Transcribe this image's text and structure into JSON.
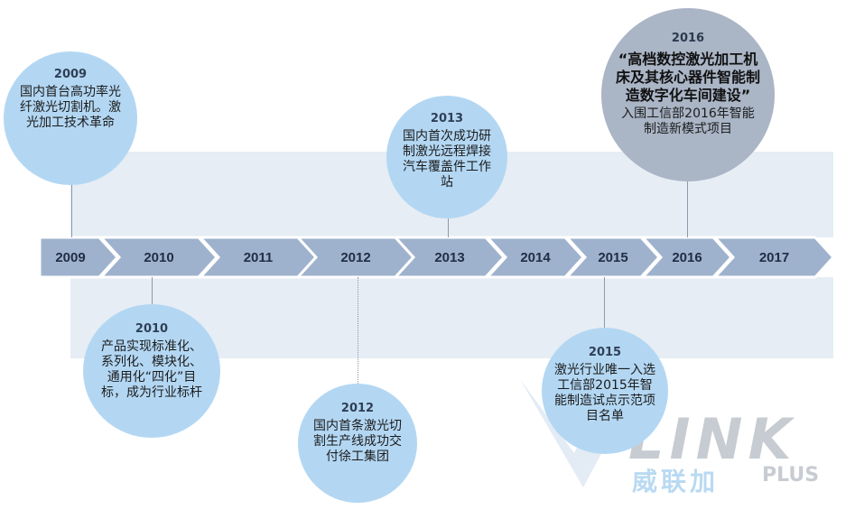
{
  "timeline_years": [
    "2009",
    "2010",
    "2011",
    "2012",
    "2013",
    "2014",
    "2015",
    "2016",
    "2017"
  ],
  "milestones": {
    "m2009": {
      "year": "2009",
      "text": "国内首台高功率光纤激光切割机。激光加工技术革命"
    },
    "m2010": {
      "year": "2010",
      "text": "产品实现标准化、系列化、模块化、通用化“四化”目标，成为行业标杆"
    },
    "m2012": {
      "year": "2012",
      "text": "国内首条激光切割生产线成功交付徐工集团"
    },
    "m2013": {
      "year": "2013",
      "text": "国内首次成功研制激光远程焊接汽车覆盖件工作站"
    },
    "m2015": {
      "year": "2015",
      "text": "激光行业唯一入选工信部2015年智能制造试点示范项目名单"
    },
    "m2016": {
      "year": "2016",
      "highlight": "“高档数控激光加工机床及其核心器件智能制造数字化车间建设”",
      "text": "入围工信部2016年智能制造新模式项目"
    }
  },
  "watermark": {
    "logo": "LINK",
    "cn": "威联加",
    "plus": "PLUS"
  },
  "colors": {
    "arrow": "#9fb2cd",
    "bubble": "#b3d7f3",
    "bubble_big": "#aab5c6",
    "band": "#e6edf4"
  }
}
